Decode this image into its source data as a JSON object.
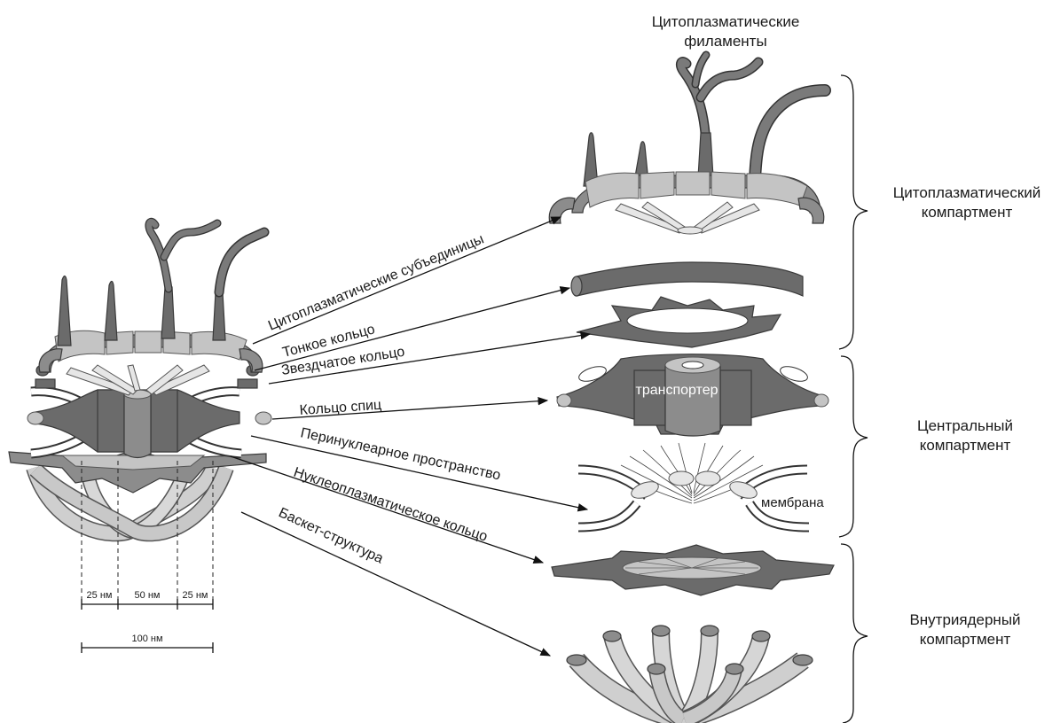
{
  "top_label": {
    "line1": "Цитоплазматические",
    "line2": "филаменты"
  },
  "leaders": [
    {
      "id": "cyto-subunits",
      "label": "Цитоплазматические субъединицы"
    },
    {
      "id": "thin-ring",
      "label": "Тонкое кольцо"
    },
    {
      "id": "star-ring",
      "label": "Звездчатое кольцо"
    },
    {
      "id": "spoke-ring",
      "label": "Кольцо спиц"
    },
    {
      "id": "perinuclear",
      "label": "Перинуклеарное пространство"
    },
    {
      "id": "nucleoplasmic-ring",
      "label": "Нуклеоплазматическое кольцо"
    },
    {
      "id": "basket",
      "label": "Баскет-структура"
    }
  ],
  "inner_labels": {
    "transporter": "транспортер",
    "membrane": "мембрана"
  },
  "compartments": [
    {
      "line1": "Цитоплазматический",
      "line2": "компартмент"
    },
    {
      "line1": "Центральный",
      "line2": "компартмент"
    },
    {
      "line1": "Внутриядерный",
      "line2": "компартмент"
    }
  ],
  "scale": {
    "seg1": "25 нм",
    "seg2": "50 нм",
    "seg3": "25 нм",
    "total": "100 нм"
  },
  "colors": {
    "dark": "#6b6b6b",
    "mid": "#8c8c8c",
    "light": "#c4c4c4",
    "line": "#111111"
  }
}
